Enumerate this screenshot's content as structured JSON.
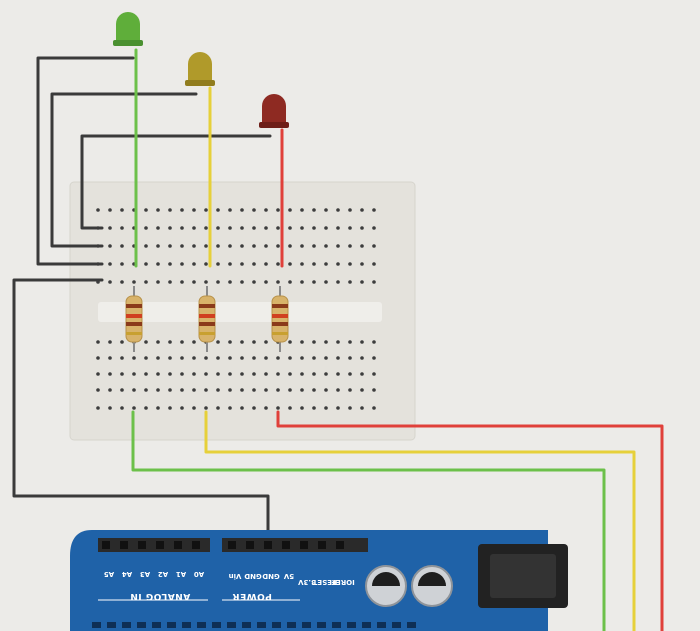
{
  "components": {
    "leds": [
      {
        "id": "led-green",
        "color_name": "green",
        "body": "#5fae3a",
        "wire": "#6cc04a"
      },
      {
        "id": "led-yellow",
        "color_name": "yellow",
        "body": "#b09a2a",
        "wire": "#e6d03a"
      },
      {
        "id": "led-red",
        "color_name": "red",
        "body": "#8e2a22",
        "wire": "#e0403a"
      }
    ],
    "resistor_count": 3,
    "breadboard_color": "#e4e2dc",
    "arduino_color": "#1f62a8"
  },
  "arduino": {
    "analog_pins": [
      "A5",
      "A4",
      "A3",
      "A2",
      "A1",
      "A0"
    ],
    "power_pins": [
      "Vin",
      "GND",
      "GND",
      "5V",
      "3.3V",
      "RESET",
      "IOREF"
    ],
    "analog_header": "ANALOG IN",
    "power_header": "POWER"
  },
  "colors": {
    "background": "#ecebe8",
    "ground_wire": "#3a3a3a",
    "green_wire": "#6cc04a",
    "yellow_wire": "#e6d03a",
    "red_wire": "#e0403a"
  }
}
